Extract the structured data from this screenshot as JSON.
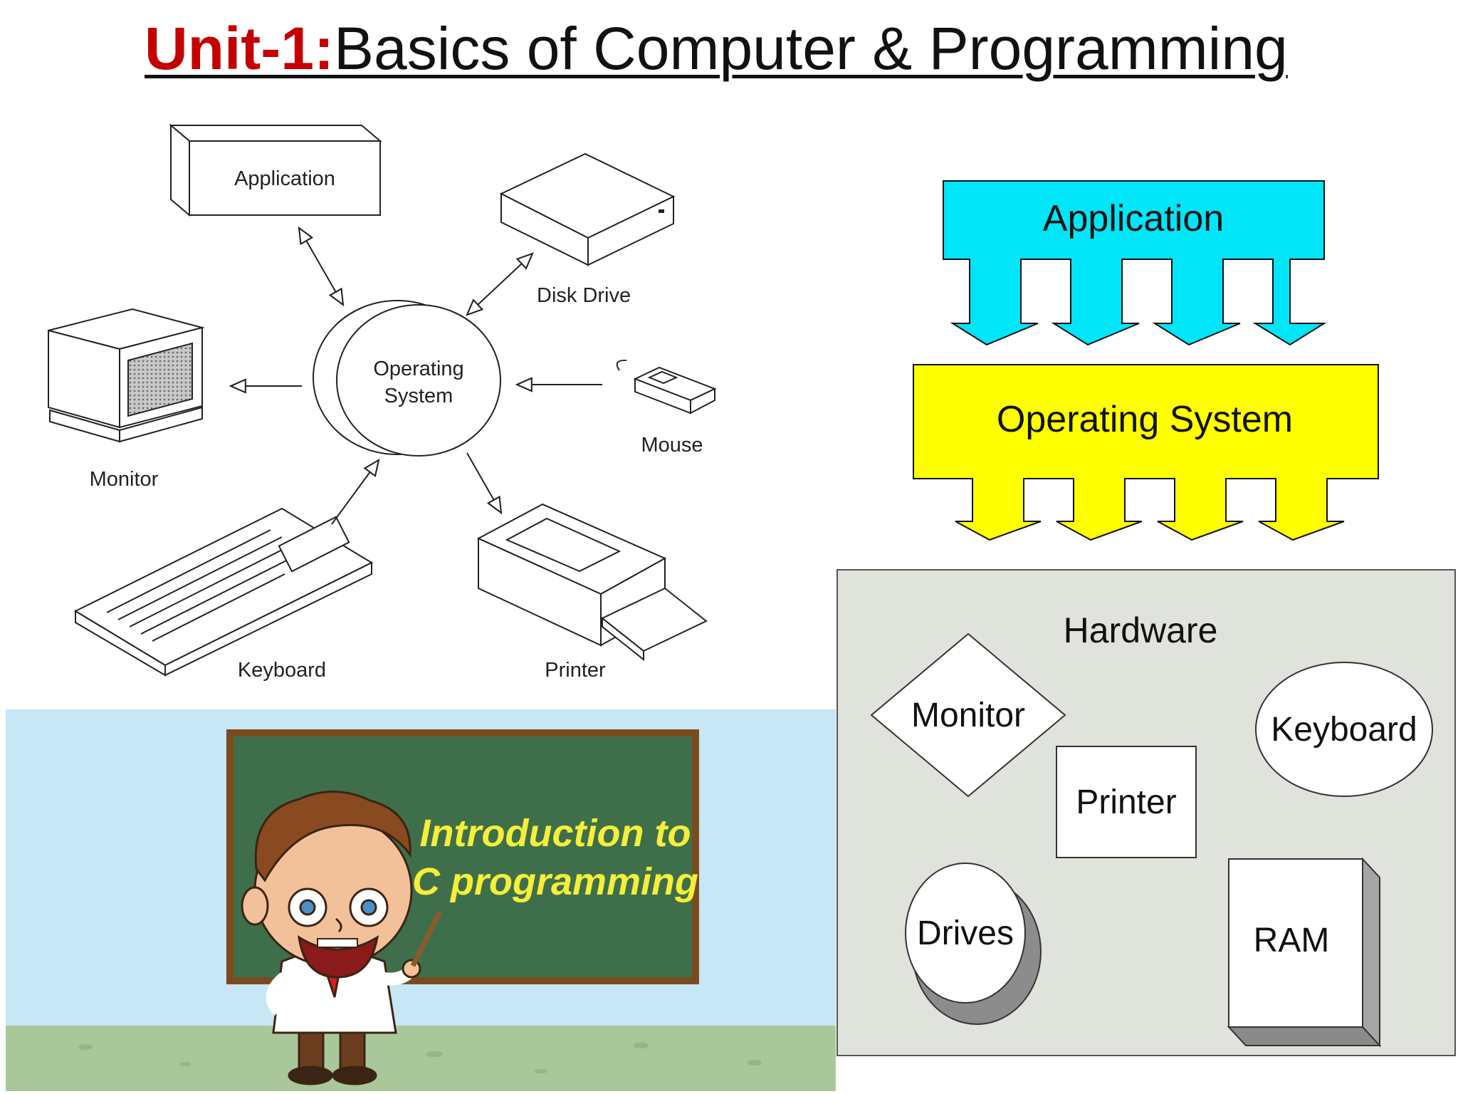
{
  "title": {
    "unit": "Unit-1:",
    "text": "Basics of Computer & Programming"
  },
  "left_diagram": {
    "center": [
      "Operating",
      "System"
    ],
    "application": "Application",
    "disk_drive": "Disk Drive",
    "monitor": "Monitor",
    "mouse": "Mouse",
    "keyboard": "Keyboard",
    "printer": "Printer"
  },
  "right_diagram": {
    "application": "Application",
    "operating_system": "Operating System",
    "hardware": "Hardware",
    "monitor": "Monitor",
    "keyboard": "Keyboard",
    "printer": "Printer",
    "drives": "Drives",
    "ram": "RAM",
    "colors": {
      "application": "#00e5f8",
      "operating_system": "#ffff00",
      "hardware_bg": "#e0e2dc"
    }
  },
  "cartoon": {
    "board_text": [
      "Introduction to",
      "C programming"
    ],
    "colors": {
      "sky": "#c7e6f6",
      "board": "#3f6f4a",
      "frame": "#7a4b1f",
      "ground": "#a9c79a",
      "chalk_text": "#f5ef3a"
    }
  }
}
